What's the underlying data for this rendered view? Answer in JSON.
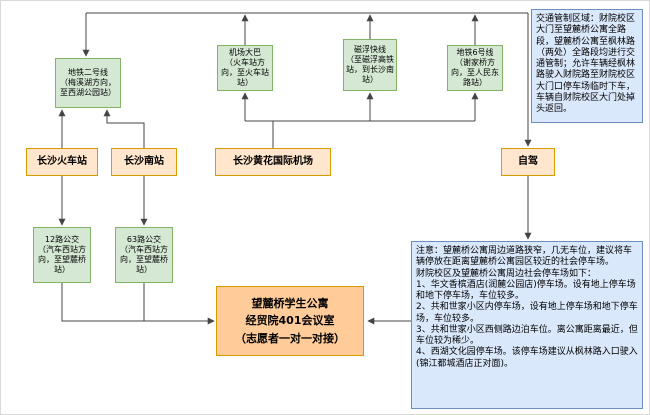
{
  "colors": {
    "green_fill": "#d5e8d4",
    "green_border": "#82b366",
    "yellow_fill": "#ffe6cc",
    "yellow_border": "#d79b00",
    "orange_fill": "#ffcc99",
    "orange_border": "#d79b00",
    "blue_fill": "#dae8fc",
    "blue_border": "#6c8ebf",
    "connector": "#444444"
  },
  "nodes": {
    "metro_line2": {
      "label": "地铁二号线\n（梅溪湖方向，至西湖公园站）"
    },
    "airport_bus": {
      "label": "机场大巴\n（火车站方向，至火车站站）"
    },
    "maglev": {
      "label": "磁浮快线\n（至磁浮高铁站，到长沙南站）"
    },
    "metro_line6": {
      "label": "地铁6号线\n（谢家桥方向，至人民东路站）"
    },
    "changsha_railway_station": {
      "label": "长沙火车站"
    },
    "changsha_south_station": {
      "label": "长沙南站"
    },
    "huanghua_airport": {
      "label": "长沙黄花国际机场"
    },
    "self_drive": {
      "label": "自驾"
    },
    "bus_12": {
      "label": "12路公交\n（汽车西站方向，至望麓桥站）"
    },
    "bus_63": {
      "label": "63路公交\n（汽车西站方向，至望麓桥站）"
    },
    "destination": {
      "label": "望麓桥学生公寓\n经贸院401会议室\n（志愿者一对一对接）"
    },
    "traffic_control_note": {
      "label": "交通管制区域：财院校区大门至望麓桥公寓全路段，望麓桥公寓至枫林路（两处）全路段均进行交通管制；允许车辆经枫林路驶入财院路至财院校区大门口停车场临时下车，车辆自财院校区大门处掉头返回。"
    },
    "parking_note": {
      "label": "注意：望麓桥公寓周边道路狭窄，几无车位，建议将车辆停放在距离望麓桥公寓园区较近的社会停车场。\n财院校区及望麓桥公寓周边社会停车场如下：\n1、华文香槟酒店(润麓公园店)停车场。设有地上停车场和地下停车场，车位较多。\n2、共和世家小区内停车场，设有地上停车场和地下停车场，车位较多。\n3、共和世家小区西侧路边泊车位。离公寓距离最近，但车位较为稀少。\n4、西湖文化园停车场。该停车场建议从枫林路入口驶入(锦江都城酒店正对面)。"
    }
  }
}
